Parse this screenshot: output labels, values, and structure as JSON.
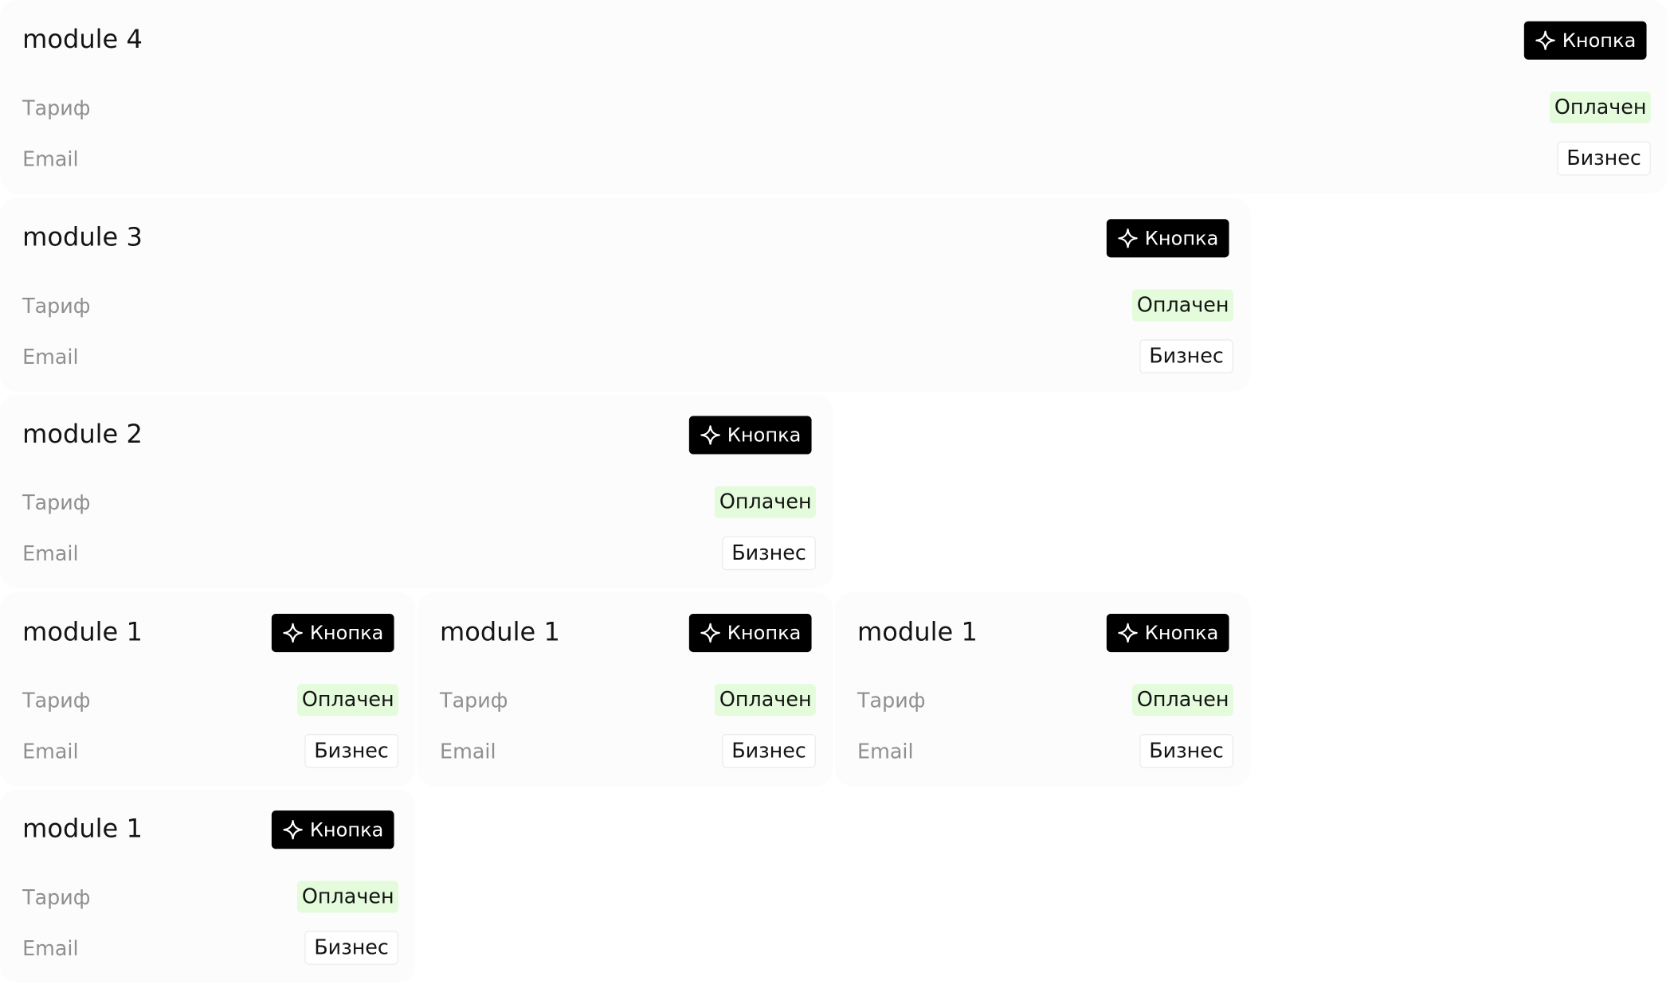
{
  "colors": {
    "card_bg": "#fcfcfc",
    "button_bg": "#000000",
    "button_text": "#ffffff",
    "paid_badge_bg": "#e4fbdc",
    "plan_badge_border": "#ececec",
    "label_text": "#8f8f8f",
    "value_text": "#141414"
  },
  "icons": {
    "button_icon": "sparkle-icon"
  },
  "cards": [
    {
      "title": "module 4",
      "button_label": "Кнопка",
      "tariff_label": "Тариф",
      "tariff_value": "Оплачен",
      "email_label": "Email",
      "email_value": "Бизнес"
    },
    {
      "title": "module 3",
      "button_label": "Кнопка",
      "tariff_label": "Тариф",
      "tariff_value": "Оплачен",
      "email_label": "Email",
      "email_value": "Бизнес"
    },
    {
      "title": "module 2",
      "button_label": "Кнопка",
      "tariff_label": "Тариф",
      "tariff_value": "Оплачен",
      "email_label": "Email",
      "email_value": "Бизнес"
    },
    {
      "title": "module 1",
      "button_label": "Кнопка",
      "tariff_label": "Тариф",
      "tariff_value": "Оплачен",
      "email_label": "Email",
      "email_value": "Бизнес"
    },
    {
      "title": "module 1",
      "button_label": "Кнопка",
      "tariff_label": "Тариф",
      "tariff_value": "Оплачен",
      "email_label": "Email",
      "email_value": "Бизнес"
    },
    {
      "title": "module 1",
      "button_label": "Кнопка",
      "tariff_label": "Тариф",
      "tariff_value": "Оплачен",
      "email_label": "Email",
      "email_value": "Бизнес"
    },
    {
      "title": "module 1",
      "button_label": "Кнопка",
      "tariff_label": "Тариф",
      "tariff_value": "Оплачен",
      "email_label": "Email",
      "email_value": "Бизнес"
    }
  ]
}
